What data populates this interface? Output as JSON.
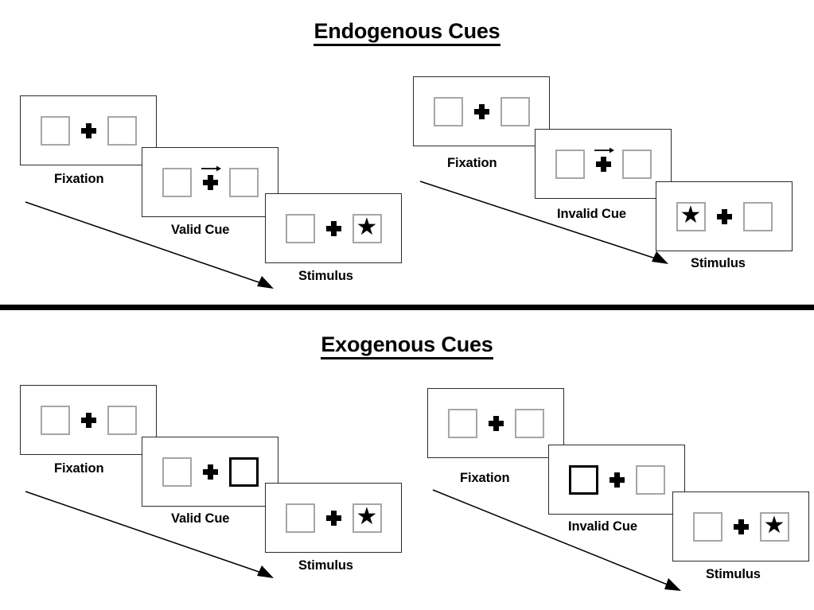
{
  "figure": {
    "title_endogenous": "Endogenous Cues",
    "title_exogenous": "Exogenous Cues"
  },
  "icons": {
    "fixation_cross": "plus-cross-icon",
    "cue_arrow": "right-arrow-icon",
    "target_star": "★",
    "flow_arrow": "diagonal-arrow-icon"
  },
  "colors": {
    "stroke": "#000000",
    "panel_border": "#2b2b2b",
    "box_border": "#a6a6a6",
    "box_cued_border": "#000000",
    "background": "#ffffff"
  },
  "sections": [
    {
      "id": "endogenous",
      "title": "Endogenous Cues",
      "sequences": [
        {
          "id": "endogenous-valid",
          "steps": [
            {
              "label": "Fixation",
              "cue": "none",
              "left_box": "empty",
              "right_box": "empty"
            },
            {
              "label": "Valid Cue",
              "cue": "arrow-right",
              "left_box": "empty",
              "right_box": "empty"
            },
            {
              "label": "Stimulus",
              "cue": "none",
              "left_box": "empty",
              "right_box": "star"
            }
          ]
        },
        {
          "id": "endogenous-invalid",
          "steps": [
            {
              "label": "Fixation",
              "cue": "none",
              "left_box": "empty",
              "right_box": "empty"
            },
            {
              "label": "Invalid Cue",
              "cue": "arrow-right",
              "left_box": "empty",
              "right_box": "empty"
            },
            {
              "label": "Stimulus",
              "cue": "none",
              "left_box": "star",
              "right_box": "empty"
            }
          ]
        }
      ]
    },
    {
      "id": "exogenous",
      "title": "Exogenous Cues",
      "sequences": [
        {
          "id": "exogenous-valid",
          "steps": [
            {
              "label": "Fixation",
              "cue": "none",
              "left_box": "empty",
              "right_box": "empty"
            },
            {
              "label": "Valid Cue",
              "cue": "box-flash-right",
              "left_box": "empty",
              "right_box": "cued"
            },
            {
              "label": "Stimulus",
              "cue": "none",
              "left_box": "empty",
              "right_box": "star"
            }
          ]
        },
        {
          "id": "exogenous-invalid",
          "steps": [
            {
              "label": "Fixation",
              "cue": "none",
              "left_box": "empty",
              "right_box": "empty"
            },
            {
              "label": "Invalid Cue",
              "cue": "box-flash-left",
              "left_box": "cued",
              "right_box": "empty"
            },
            {
              "label": "Stimulus",
              "cue": "none",
              "left_box": "empty",
              "right_box": "star"
            }
          ]
        }
      ]
    }
  ],
  "labels": {
    "fixation": "Fixation",
    "valid_cue": "Valid Cue",
    "invalid_cue": "Invalid Cue",
    "stimulus": "Stimulus"
  }
}
